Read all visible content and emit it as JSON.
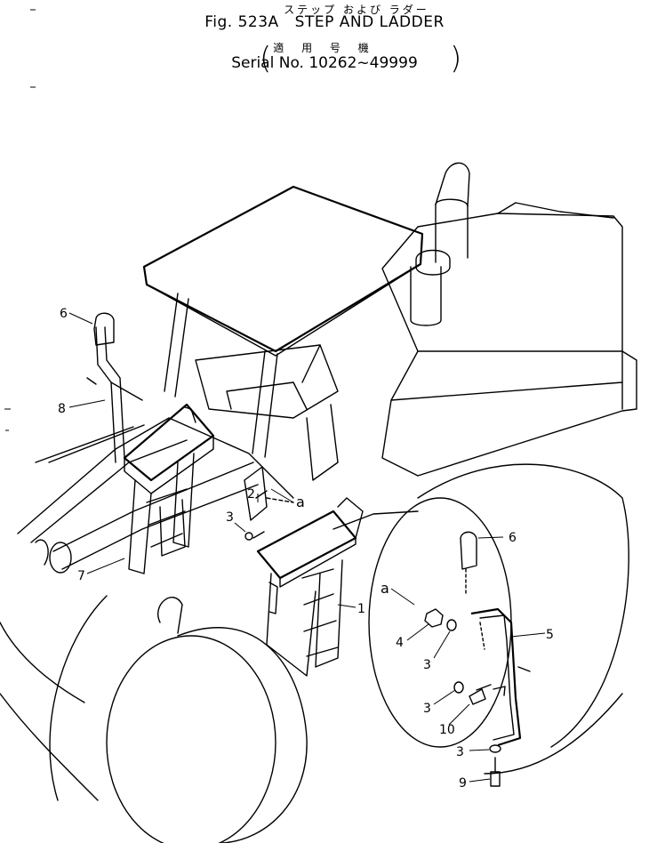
{
  "header": {
    "title_jp": "ステップ および ラダー",
    "fig": "Fig. 523A",
    "title": "STEP AND LADDER",
    "applicable_jp": "適 用 号 機",
    "serial": "Serial No. 10262~49999"
  },
  "callouts": [
    {
      "id": "c6-left",
      "text": "6"
    },
    {
      "id": "c8",
      "text": "8"
    },
    {
      "id": "c7",
      "text": "7"
    },
    {
      "id": "c2",
      "text": "2"
    },
    {
      "id": "c3-mid",
      "text": "3"
    },
    {
      "id": "ca-top",
      "text": "a"
    },
    {
      "id": "c1",
      "text": "1"
    },
    {
      "id": "c6-right",
      "text": "6"
    },
    {
      "id": "ca-right",
      "text": "a"
    },
    {
      "id": "c5",
      "text": "5"
    },
    {
      "id": "c4",
      "text": "4"
    },
    {
      "id": "c3-r1",
      "text": "3"
    },
    {
      "id": "c3-r2",
      "text": "3"
    },
    {
      "id": "c10",
      "text": "10"
    },
    {
      "id": "c3-r3",
      "text": "3"
    },
    {
      "id": "c9",
      "text": "9"
    }
  ]
}
